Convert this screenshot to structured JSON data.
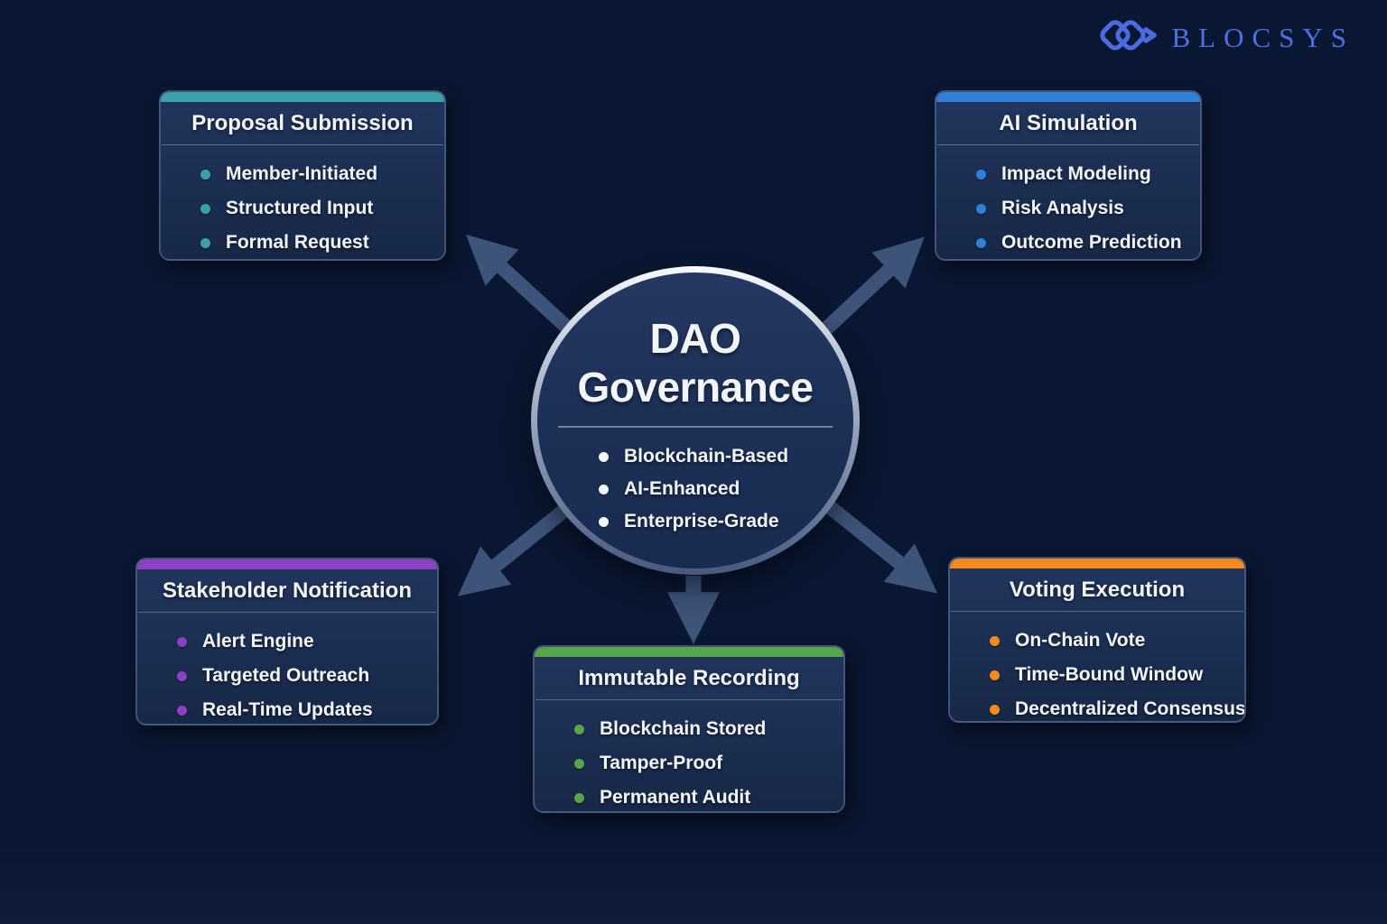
{
  "logo": {
    "text": "BLOCSYS"
  },
  "center": {
    "title_line1": "DAO",
    "title_line2": "Governance",
    "bullets": [
      "Blockchain-Based",
      "AI-Enhanced",
      "Enterprise-Grade"
    ]
  },
  "nodes": [
    {
      "id": "proposal-submission",
      "title": "Proposal Submission",
      "accent": "#3aa2a6",
      "bullets": [
        "Member-Initiated",
        "Structured Input",
        "Formal Request"
      ]
    },
    {
      "id": "ai-simulation",
      "title": "AI Simulation",
      "accent": "#2f80d8",
      "bullets": [
        "Impact Modeling",
        "Risk Analysis",
        "Outcome Prediction"
      ]
    },
    {
      "id": "stakeholder-notification",
      "title": "Stakeholder Notification",
      "accent": "#8b40c6",
      "bullets": [
        "Alert Engine",
        "Targeted Outreach",
        "Real-Time Updates"
      ]
    },
    {
      "id": "immutable-recording",
      "title": "Immutable Recording",
      "accent": "#57a54b",
      "bullets": [
        "Blockchain Stored",
        "Tamper-Proof",
        "Permanent Audit"
      ]
    },
    {
      "id": "voting-execution",
      "title": "Voting Execution",
      "accent": "#f18a1f",
      "bullets": [
        "On-Chain Vote",
        "Time-Bound Window",
        "Decentralized Consensus"
      ]
    }
  ],
  "colors": {
    "background": "#0a1732",
    "box-fill-top": "#22365e",
    "box-fill-bottom": "#172847",
    "arrow": "#3e5379",
    "circle-border-top": "#f8fafc",
    "circle-border-bottom": "#46597f",
    "text": "#f2f5fa",
    "logo": "#4e6fe0"
  }
}
